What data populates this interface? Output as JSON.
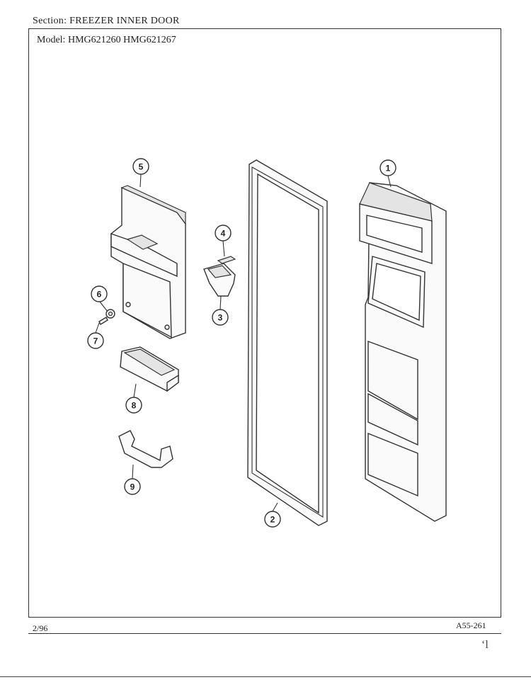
{
  "header": {
    "section_label": "Section:",
    "section_value": "FREEZER INNER DOOR",
    "model_label": "Model:",
    "model_value": "HMG621260  HMG621267"
  },
  "footer": {
    "date": "2/96",
    "code": "A55-261",
    "mark": "‘l"
  },
  "callouts": [
    "1",
    "2",
    "3",
    "4",
    "5",
    "6",
    "7",
    "8",
    "9"
  ]
}
